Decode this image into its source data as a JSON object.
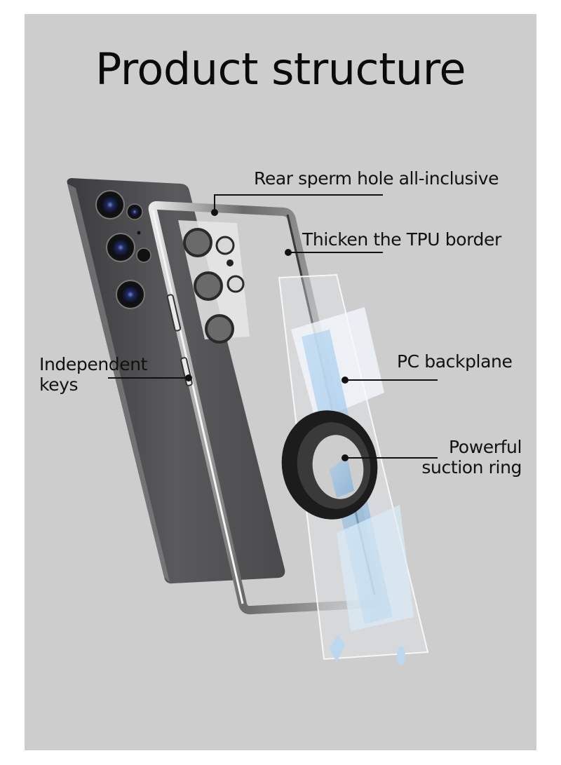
{
  "page": {
    "title": "Product structure",
    "background_color": "#cdcdcd",
    "text_color": "#111111"
  },
  "callouts": [
    {
      "id": "rear-lens-hole",
      "text": "Rear sperm hole all-inclusive"
    },
    {
      "id": "tpu-border",
      "text": "Thicken the TPU border"
    },
    {
      "id": "independent-keys",
      "lines": [
        "Independent",
        "keys"
      ]
    },
    {
      "id": "pc-backplane",
      "text": "PC backplane"
    },
    {
      "id": "suction-ring",
      "lines": [
        "Powerful",
        "suction ring"
      ]
    }
  ],
  "illustration": {
    "subject": "exploded view of phone case",
    "parts": [
      "phone-body",
      "tpu-frame",
      "pc-backplane",
      "magnetic-suction-ring"
    ]
  }
}
